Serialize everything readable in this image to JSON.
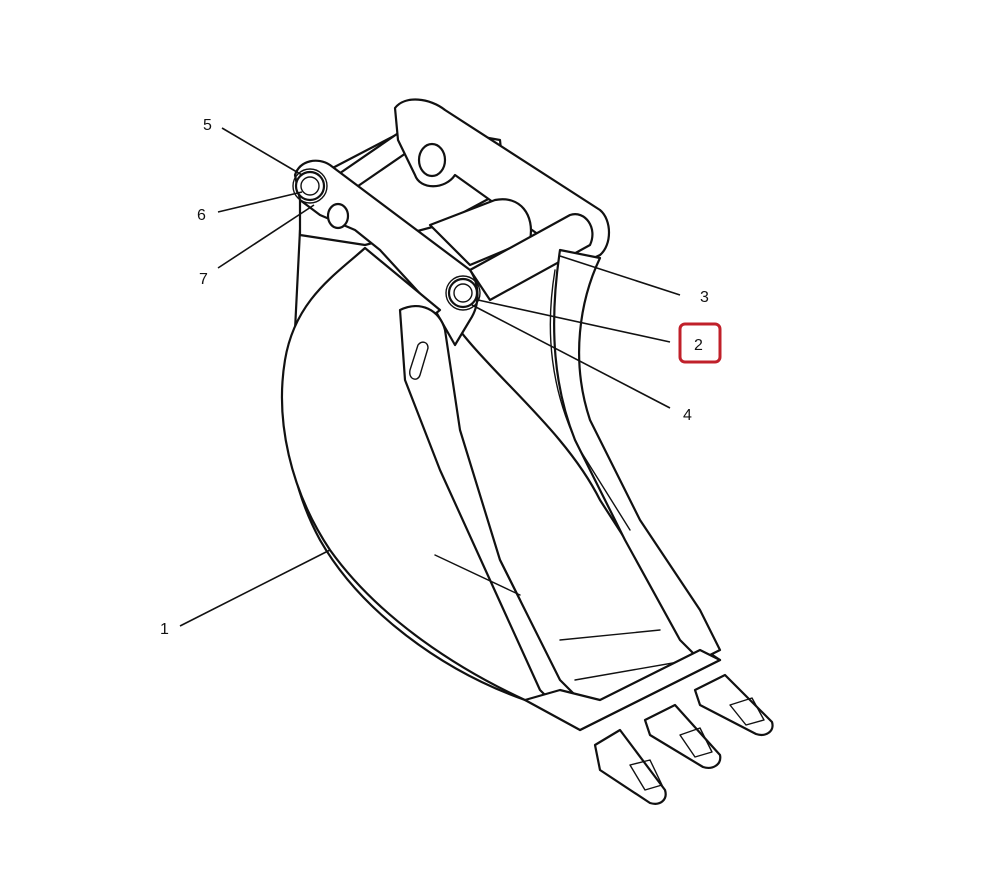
{
  "callouts": [
    {
      "id": "1",
      "label": "1"
    },
    {
      "id": "2",
      "label": "2",
      "highlighted": true
    },
    {
      "id": "3",
      "label": "3"
    },
    {
      "id": "4",
      "label": "4"
    },
    {
      "id": "5",
      "label": "5"
    },
    {
      "id": "6",
      "label": "6"
    },
    {
      "id": "7",
      "label": "7"
    }
  ],
  "colors": {
    "line": "#111111",
    "background": "#ffffff",
    "highlight": "#c0202a"
  }
}
